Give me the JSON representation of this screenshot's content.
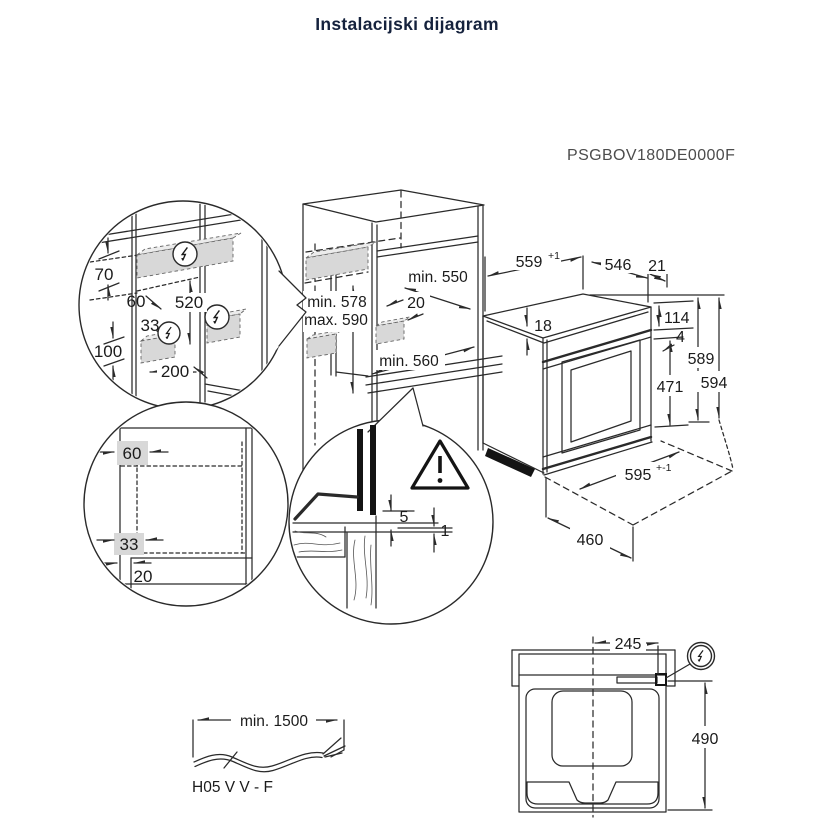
{
  "title": "Instalacijski dijagram",
  "model": "PSGBOV180DE0000F",
  "wall_detail": {
    "h70": "70",
    "w60": "60",
    "h520": "520",
    "w33": "33",
    "h100": "100",
    "w200": "200"
  },
  "niche": {
    "depth": "min. 550",
    "recess": "20",
    "h_min": "min. 578",
    "h_max": "max. 590",
    "width": "min. 560"
  },
  "oven": {
    "w559": "559",
    "w559_sup": "+1",
    "d546": "546",
    "g21": "21",
    "t18": "18",
    "panel114": "114",
    "gap4": "4",
    "door471": "471",
    "h589": "589",
    "h594": "594",
    "w595": "595",
    "w595_sup": "+-1",
    "d460": "460"
  },
  "floor_detail": {
    "w60": "60",
    "w33": "33",
    "w20": "20"
  },
  "front_detail": {
    "g5": "5",
    "g1": "1"
  },
  "top_view": {
    "w245": "245",
    "d490": "490"
  },
  "cable": {
    "length": "min. 1500",
    "type": "H05 V V - F"
  }
}
